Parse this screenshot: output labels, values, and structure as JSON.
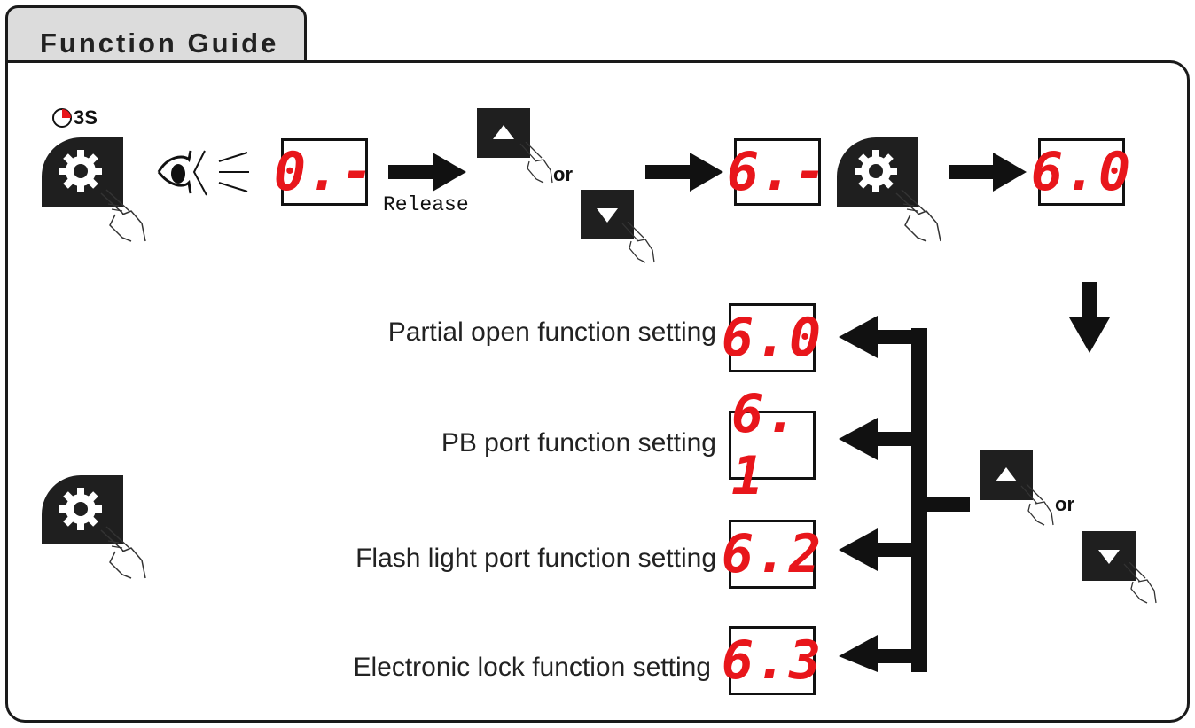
{
  "header": {
    "title": "Function Guide"
  },
  "step1": {
    "timer_label": "3S"
  },
  "displays": {
    "d1": "0.-",
    "d2": "6.-",
    "d3": "6.0"
  },
  "labels": {
    "release": "Release",
    "or_top": "or",
    "or_right": "or"
  },
  "functions": [
    {
      "label": "Partial open function setting",
      "code": "6.0"
    },
    {
      "label": "PB port function setting",
      "code": "6. 1"
    },
    {
      "label": "Flash light port function setting",
      "code": "6.2"
    },
    {
      "label": "Electronic lock function setting",
      "code": "6.3"
    }
  ],
  "colors": {
    "segment_red": "#e8161b",
    "button_dark": "#1f1f1f",
    "tab_gray": "#dcdcdc"
  },
  "icons": [
    "timer-icon",
    "gear-icon",
    "eye-icon",
    "hand-icon",
    "up-arrow-icon",
    "down-arrow-icon"
  ]
}
